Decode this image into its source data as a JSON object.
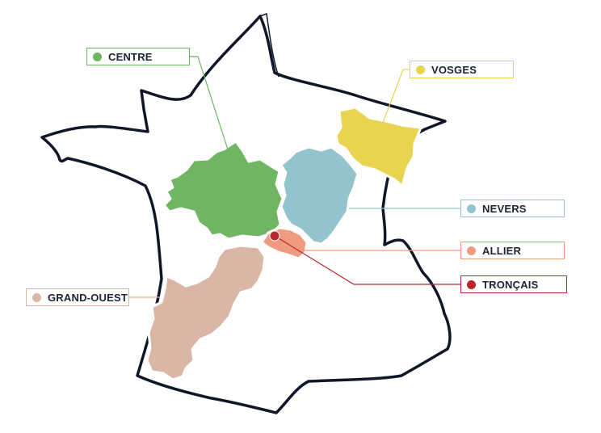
{
  "colors": {
    "outline": "#0f1729",
    "centre": "#6fb564",
    "vosges": "#e8d44e",
    "nevers": "#93c4cd",
    "allier": "#f09a80",
    "troncais": "#b8262c",
    "grand_ouest": "#d9b6a6"
  },
  "regions": [
    {
      "key": "centre",
      "label": "CENTRE"
    },
    {
      "key": "vosges",
      "label": "VOSGES"
    },
    {
      "key": "nevers",
      "label": "NEVERS"
    },
    {
      "key": "allier",
      "label": "ALLIER"
    },
    {
      "key": "troncais",
      "label": "TRONÇAIS"
    },
    {
      "key": "grand_ouest",
      "label": "GRAND-OUEST"
    }
  ]
}
